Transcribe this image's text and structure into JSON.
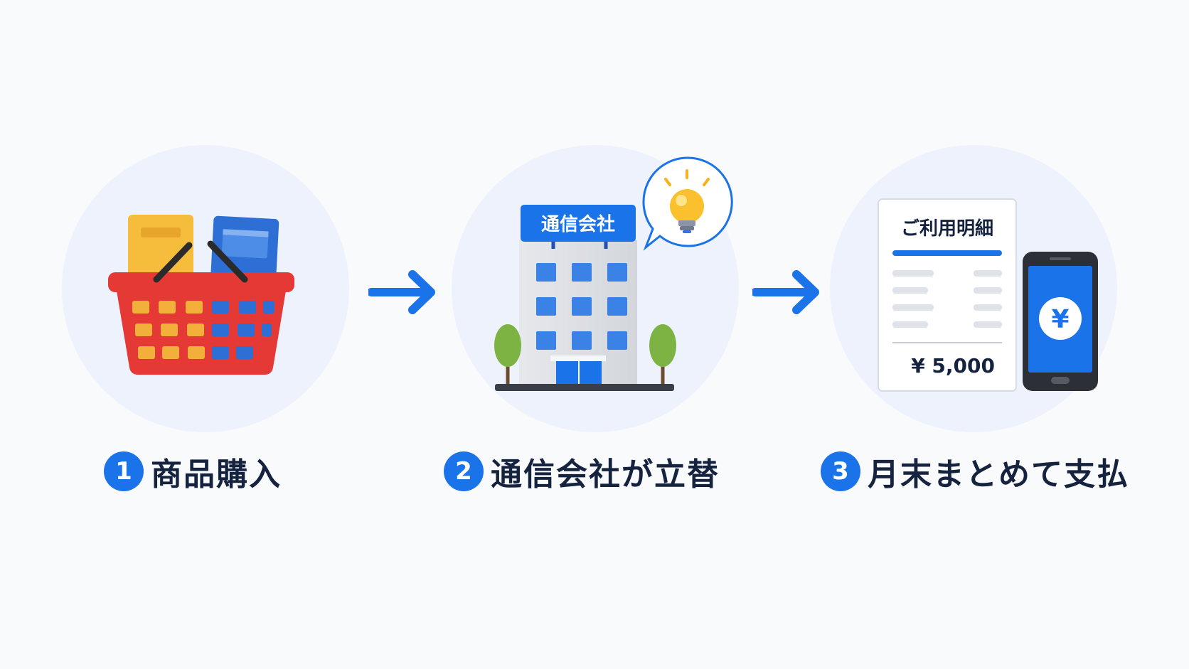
{
  "steps": [
    {
      "number": "1",
      "label": "商品購入",
      "icon": "shopping-basket-icon"
    },
    {
      "number": "2",
      "label": "通信会社が立替",
      "icon": "office-building-icon"
    },
    {
      "number": "3",
      "label": "月末まとめて支払",
      "icon": "statement-and-phone-icon"
    }
  ],
  "building": {
    "sign_text": "通信会社"
  },
  "statement": {
    "title": "ご利用明細",
    "total": "¥ 5,000"
  },
  "phone": {
    "currency_symbol": "¥"
  },
  "colors": {
    "accent_blue": "#1a73e8",
    "circle_bg": "#edf2fc",
    "label_text": "#16233f",
    "basket_red": "#e53935",
    "bulb_yellow": "#fbc02d",
    "tree_green": "#7cb342"
  }
}
